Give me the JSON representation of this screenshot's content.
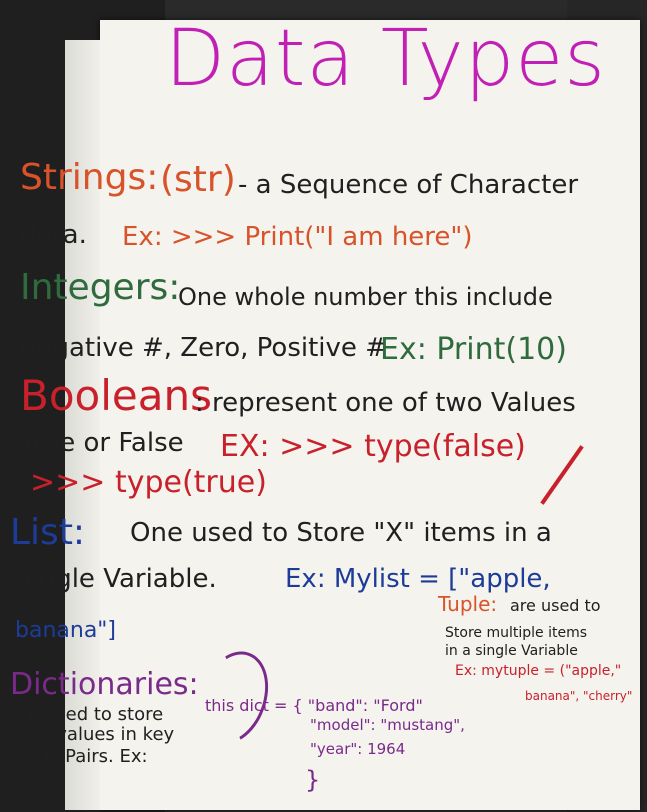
{
  "title": "Data Types",
  "strings": {
    "head": "Strings:",
    "abbr": "(str)",
    "desc": "- a Sequence of Character",
    "desc2": "data.",
    "example": "Ex: >>> Print(\"I am here\")"
  },
  "integers": {
    "head": "Integers:",
    "desc": "One whole number this include",
    "desc2": "negative #, Zero, Positive #",
    "example": "Ex: Print(10)"
  },
  "booleans": {
    "head": "Booleans",
    "desc": ": represent one of two Values",
    "desc2": "True or False",
    "example1": "EX: >>> type(false)",
    "example2": ">>> type(true)"
  },
  "list": {
    "head": "List:",
    "desc": "One used to Store \"X\" items in a",
    "desc2": "Single Variable.",
    "example": "Ex: Mylist = [\"apple,",
    "example2": "banana\"]"
  },
  "tuple": {
    "head": "Tuple:",
    "desc": "are used to",
    "desc2": "Store multiple items",
    "desc3": "in a single Variable",
    "example": "Ex: mytuple = (\"apple,\"",
    "example2": "banana\", \"cherry\""
  },
  "dictionaries": {
    "head": "Dictionaries:",
    "desc1": "are used to store",
    "desc2": "data values in key",
    "desc3": "Value Pairs. Ex:",
    "example1": "this dict = { \"band\": \"Ford\"",
    "example2": "\"model\": \"mustang\",",
    "example3": "\"year\": 1964",
    "example4": "}"
  }
}
